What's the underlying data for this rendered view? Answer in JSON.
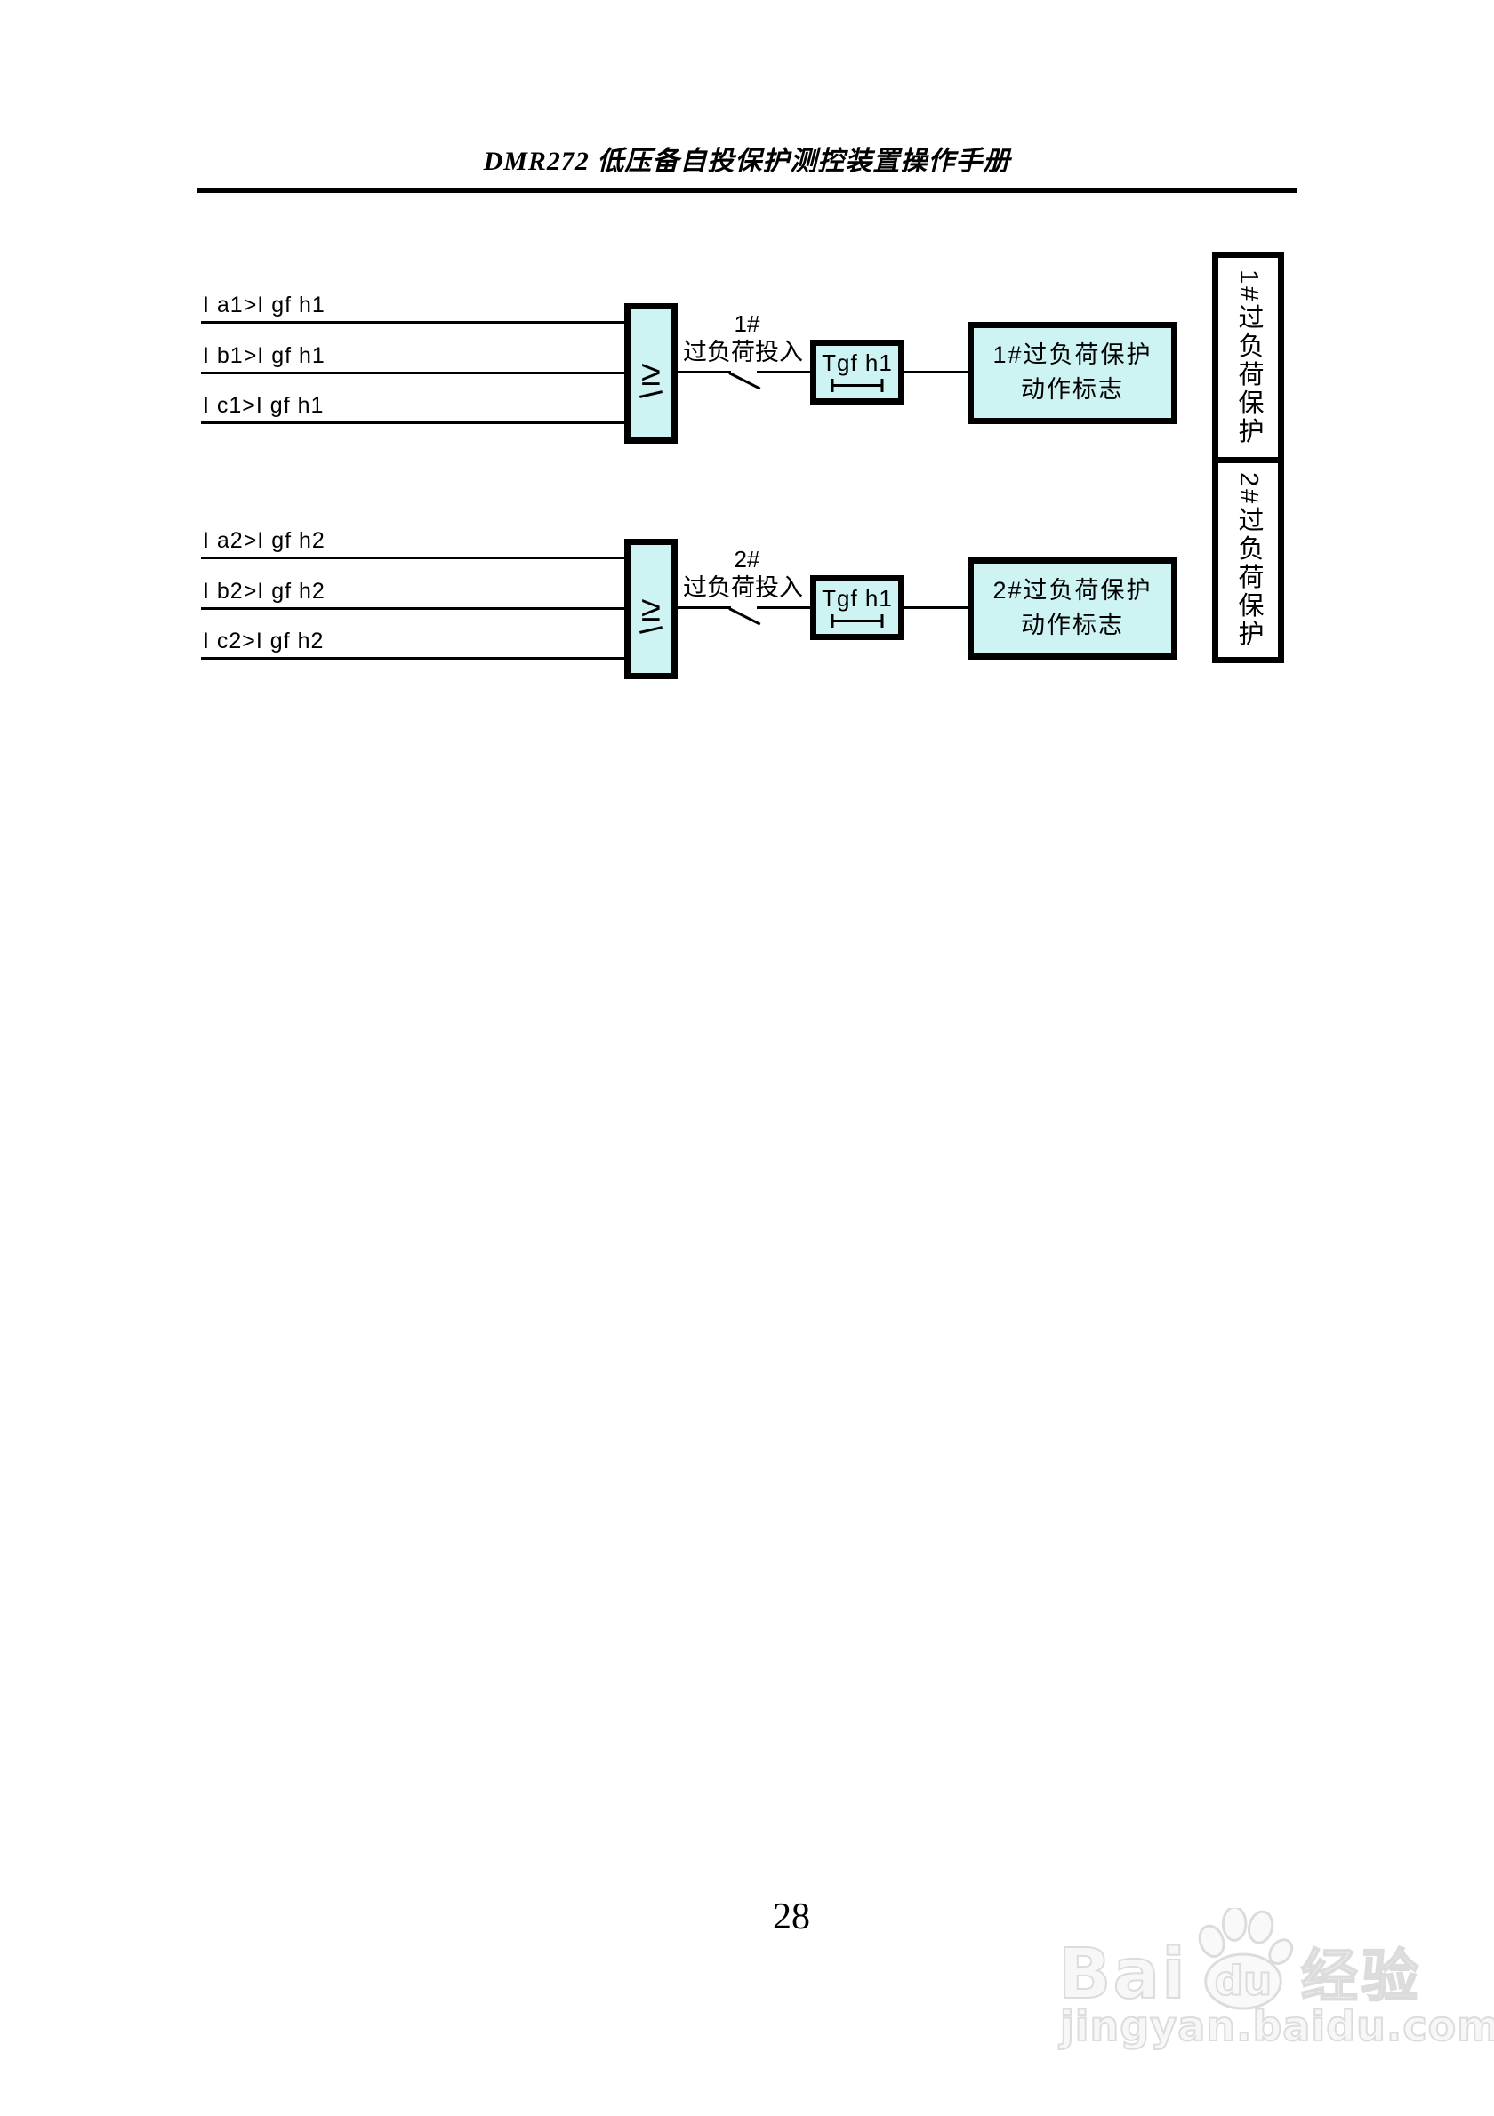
{
  "header": {
    "title": "DMR272 低压备自投保护测控装置操作手册"
  },
  "diagram": {
    "or_symbol": "≥",
    "groups": [
      {
        "inputs": [
          "I a1>I gf h1",
          "I b1>I gf h1",
          "I c1>I gf h1"
        ],
        "switch_id": "1#",
        "switch_label": "过负荷投入",
        "timer_label": "Tgf h1",
        "output_line1": "1#过负荷保护",
        "output_line2": "动作标志",
        "side_label": "1#过负荷保护"
      },
      {
        "inputs": [
          "I a2>I gf h2",
          "I b2>I gf h2",
          "I c2>I gf h2"
        ],
        "switch_id": "2#",
        "switch_label": "过负荷投入",
        "timer_label": "Tgf h1",
        "output_line1": "2#过负荷保护",
        "output_line2": "动作标志",
        "side_label": "2#过负荷保护"
      }
    ]
  },
  "footer": {
    "page_number": "28"
  },
  "watermark": {
    "brand_latin_prefix": "Bai",
    "brand_latin_suffix": "du",
    "brand_cn": "经验",
    "site_url": "jingyan.baidu.com"
  },
  "colors": {
    "box_fill": "#CDF3F3",
    "line_color": "#000000"
  }
}
